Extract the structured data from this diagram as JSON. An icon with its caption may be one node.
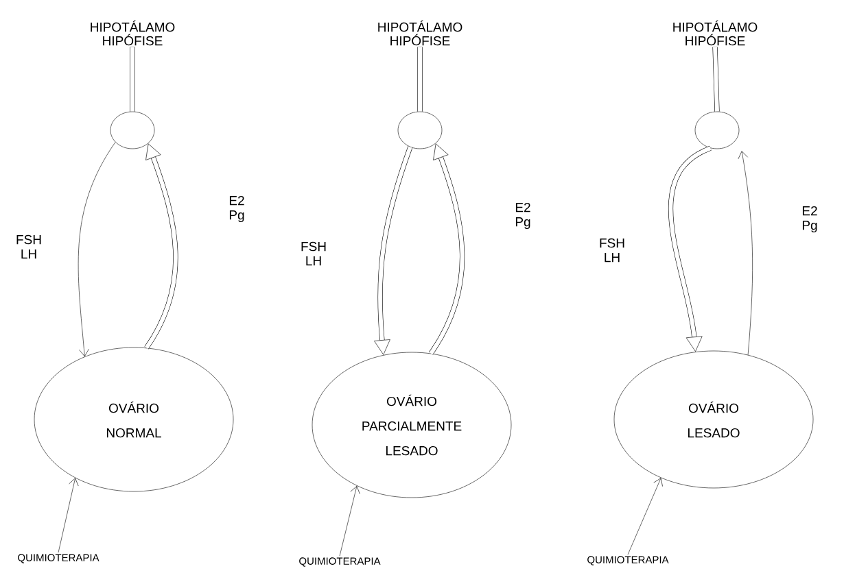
{
  "diagram": {
    "nodes": [
      {
        "text": [
          "HIPOTÁLAMO HIPÓFISE"
        ]
      },
      {
        "text": [],
        "shape": "circle"
      },
      {
        "text": [
          "OVÁRIO",
          "NORMAL"
        ]
      },
      {
        "text": [
          "QUIMIOTERAPIA"
        ]
      },
      {
        "text": [
          "HIPOTÁLAMO HIPÓFISE"
        ]
      },
      {
        "text": [],
        "shape": "circle"
      },
      {
        "text": [
          "OVÁRIO",
          "PARCIALMENTE",
          "LESADO"
        ]
      },
      {
        "text": [
          "QUIMIOTERAPIA"
        ]
      },
      {
        "text": [
          "HIPOTÁLAMO HIPÓFISE"
        ]
      },
      {
        "text": [],
        "shape": "circle"
      },
      {
        "text": [
          "OVÁRIO",
          "LESADO"
        ]
      },
      {
        "text": [
          "QUIMIOTERAPIA"
        ]
      }
    ],
    "edges": [
      {
        "from": 0,
        "to": 1,
        "arrow": "none"
      },
      {
        "from": 1,
        "to": 2,
        "arrow": "to",
        "label": "FSH LH"
      },
      {
        "from": 2,
        "to": 1,
        "arrow": "to",
        "label": "E2 Pg"
      },
      {
        "from": 3,
        "to": 2,
        "arrow": "to"
      },
      {
        "from": 4,
        "to": 5,
        "arrow": "none"
      },
      {
        "from": 5,
        "to": 6,
        "arrow": "to",
        "label": "FSH LH"
      },
      {
        "from": 6,
        "to": 5,
        "arrow": "to",
        "label": "E2 Pg"
      },
      {
        "from": 7,
        "to": 6,
        "arrow": "to"
      },
      {
        "from": 8,
        "to": 9,
        "arrow": "none"
      },
      {
        "from": 9,
        "to": 10,
        "arrow": "to",
        "label": "FSH LH"
      },
      {
        "from": 10,
        "to": 9,
        "arrow": "to",
        "label": "E2 Pg"
      },
      {
        "from": 11,
        "to": 10,
        "arrow": "to"
      }
    ]
  }
}
